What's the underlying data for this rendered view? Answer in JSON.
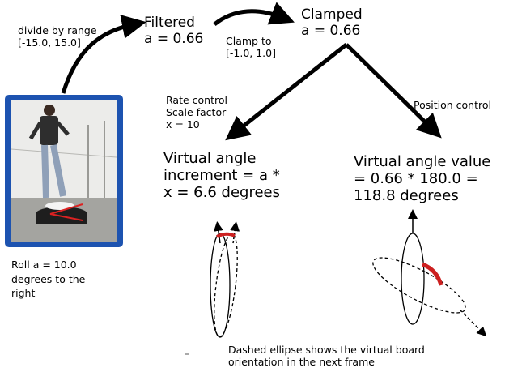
{
  "labels": {
    "divide": [
      "divide by range",
      "[-15.0, 15.0]"
    ],
    "filtered": [
      "Filtered",
      "a = 0.66"
    ],
    "clamp_to": [
      "Clamp to",
      "[-1.0, 1.0]"
    ],
    "clamped": [
      "Clamped",
      "a = 0.66"
    ],
    "rate": [
      "Rate control",
      "Scale factor",
      "x = 10"
    ],
    "position": "Position control",
    "virtual_increment": [
      "Virtual angle",
      "increment = a *",
      "x = 6.6 degrees"
    ],
    "virtual_value": [
      "Virtual angle value",
      "= 0.66 * 180.0 =",
      "118.8 degrees"
    ],
    "roll": [
      "Roll a = 10.0",
      "degrees to the",
      "right"
    ],
    "dashed_note": [
      "Dashed ellipse shows the virtual board",
      "orientation in the next frame"
    ]
  },
  "colors": {
    "photo_border": "#1d53b0",
    "angle_arc": "#cc2020",
    "ink": "#000000"
  }
}
